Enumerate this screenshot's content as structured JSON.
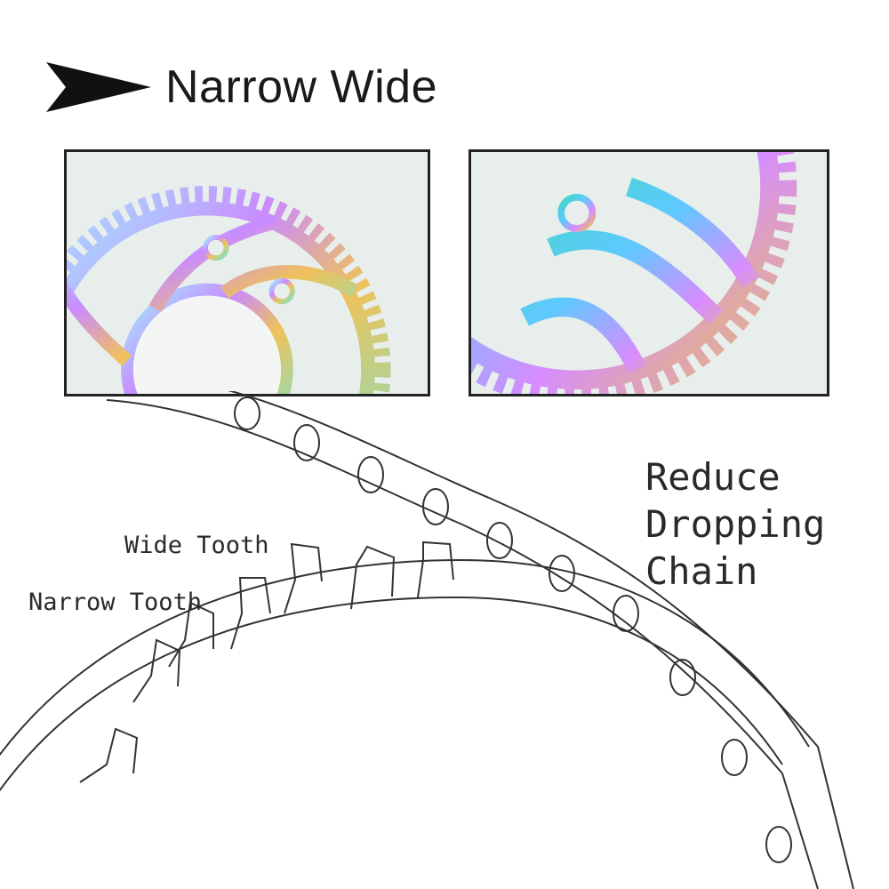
{
  "header": {
    "title": "Narrow Wide",
    "icon": "arrow-right-icon"
  },
  "photos": [
    {
      "name": "chainring-closeup-left",
      "palette": [
        "#7fe3ff",
        "#c774ff",
        "#f2b74a",
        "#6fe0c8"
      ]
    },
    {
      "name": "chainring-closeup-right",
      "palette": [
        "#3fd6c2",
        "#d78cff",
        "#e7c44f",
        "#57c7ff"
      ]
    }
  ],
  "diagram": {
    "labels": {
      "wide_tooth": "Wide Tooth",
      "narrow_tooth": "Narrow Tooth"
    },
    "callout": {
      "line1": "Reduce",
      "line2": "Dropping",
      "line3": "Chain"
    }
  }
}
